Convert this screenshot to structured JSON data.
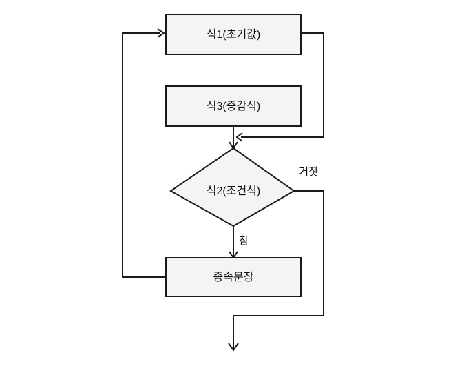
{
  "diagram": {
    "title": "for-loop flowchart",
    "background_color": "#ffffff",
    "node_fill_color": "#f4f4f4",
    "node_stroke_color": "#1a1a1a",
    "text_color": "#111111",
    "nodes": [
      {
        "id": "init",
        "type": "process",
        "label": "식1(초기값)"
      },
      {
        "id": "increment",
        "type": "process",
        "label": "식3(증감식)"
      },
      {
        "id": "condition",
        "type": "decision",
        "label": "식2(조건식)"
      },
      {
        "id": "body",
        "type": "process",
        "label": "종속문장"
      }
    ],
    "edge_labels": {
      "true_branch": "참",
      "false_branch": "거짓"
    }
  }
}
